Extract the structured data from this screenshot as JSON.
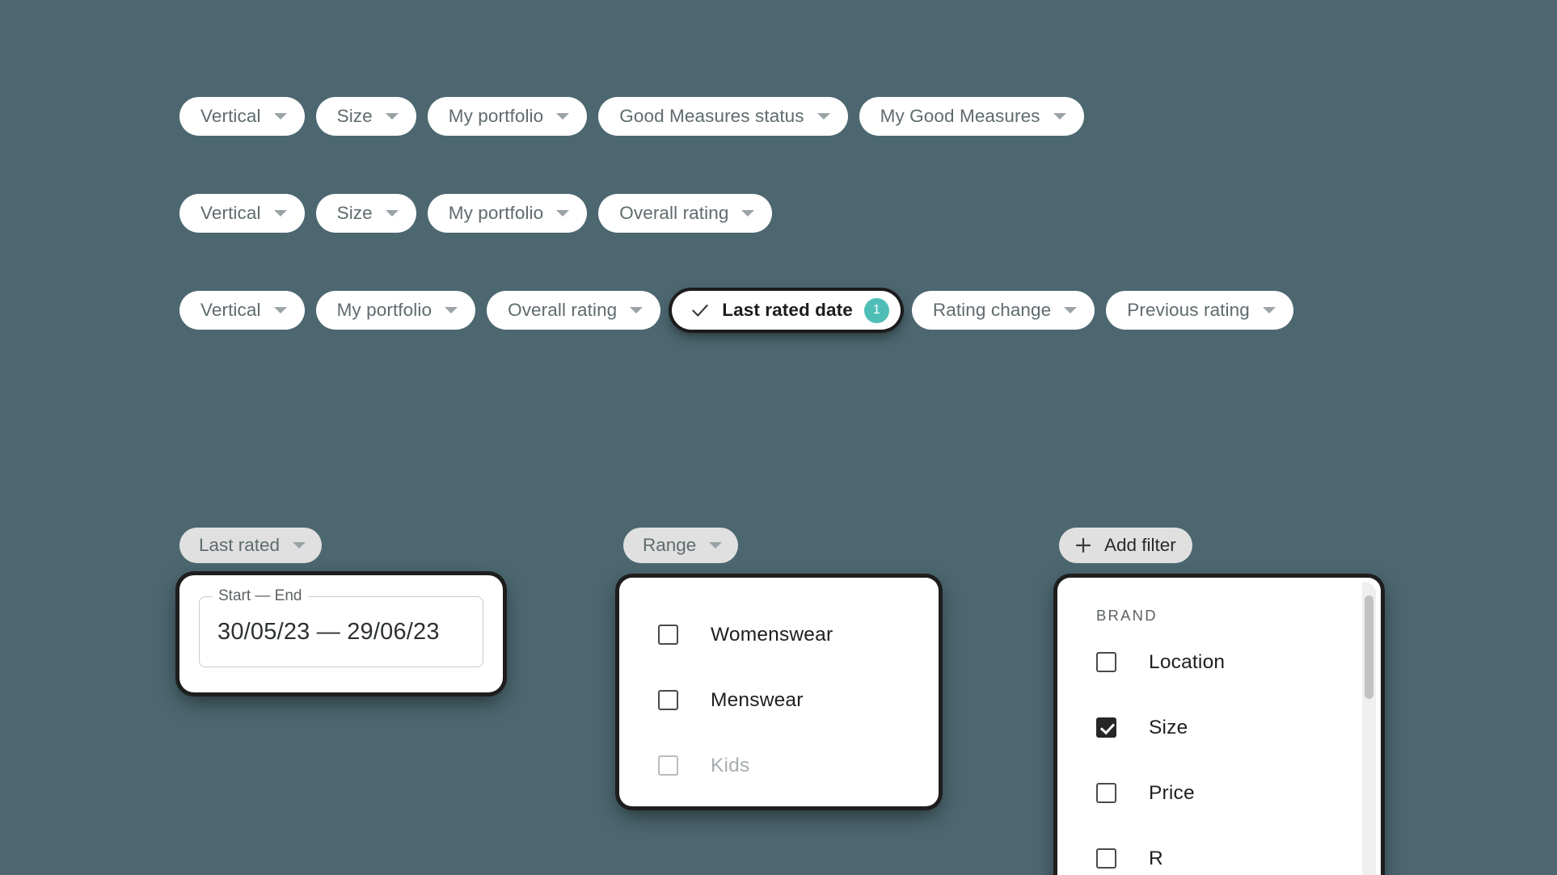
{
  "theme": {
    "background": "#4c6770",
    "chip_background": "#ffffff",
    "chip_text": "#5f6b6e",
    "grey_chip_background": "#e0e0e0",
    "badge_accent": "#4fbeb7",
    "selected_outline": "#1c1c1c",
    "checkbox_checked": "#262626"
  },
  "chip_rows": [
    {
      "id": "row-1",
      "chips": [
        {
          "label": "Vertical",
          "icon": "chevron-down-icon",
          "selected": false
        },
        {
          "label": "Size",
          "icon": "chevron-down-icon",
          "selected": false
        },
        {
          "label": "My portfolio",
          "icon": "chevron-down-icon",
          "selected": false
        },
        {
          "label": "Good Measures status",
          "icon": "chevron-down-icon",
          "selected": false
        },
        {
          "label": "My Good Measures",
          "icon": "chevron-down-icon",
          "selected": false
        }
      ]
    },
    {
      "id": "row-2",
      "chips": [
        {
          "label": "Vertical",
          "icon": "chevron-down-icon",
          "selected": false
        },
        {
          "label": "Size",
          "icon": "chevron-down-icon",
          "selected": false
        },
        {
          "label": "My portfolio",
          "icon": "chevron-down-icon",
          "selected": false
        },
        {
          "label": "Overall rating",
          "icon": "chevron-down-icon",
          "selected": false
        }
      ]
    },
    {
      "id": "row-3",
      "chips": [
        {
          "label": "Vertical",
          "icon": "chevron-down-icon",
          "selected": false
        },
        {
          "label": "My portfolio",
          "icon": "chevron-down-icon",
          "selected": false
        },
        {
          "label": "Overall rating",
          "icon": "chevron-down-icon",
          "selected": false
        },
        {
          "label": "Last rated date",
          "icon": "check-icon",
          "selected": true,
          "badge": "1"
        },
        {
          "label": "Rating change",
          "icon": "chevron-down-icon",
          "selected": false
        },
        {
          "label": "Previous rating",
          "icon": "chevron-down-icon",
          "selected": false
        }
      ]
    }
  ],
  "date_picker": {
    "trigger": {
      "label": "Last rated",
      "icon": "chevron-down-icon"
    },
    "field_label": "Start — End",
    "field_value": "30/05/23 — 29/06/23"
  },
  "range_menu": {
    "trigger": {
      "label": "Range",
      "icon": "chevron-down-icon"
    },
    "items": [
      {
        "label": "Womenswear",
        "checked": false,
        "disabled": false
      },
      {
        "label": "Menswear",
        "checked": false,
        "disabled": false
      },
      {
        "label": "Kids",
        "checked": false,
        "disabled": true
      }
    ]
  },
  "filter_menu": {
    "trigger": {
      "label": "Add filter",
      "icon": "plus-icon"
    },
    "section_header": "BRAND",
    "items": [
      {
        "label": "Location",
        "checked": false,
        "disabled": false
      },
      {
        "label": "Size",
        "checked": true,
        "disabled": false
      },
      {
        "label": "Price",
        "checked": false,
        "disabled": false
      },
      {
        "label": "R",
        "checked": false,
        "disabled": false
      }
    ]
  }
}
